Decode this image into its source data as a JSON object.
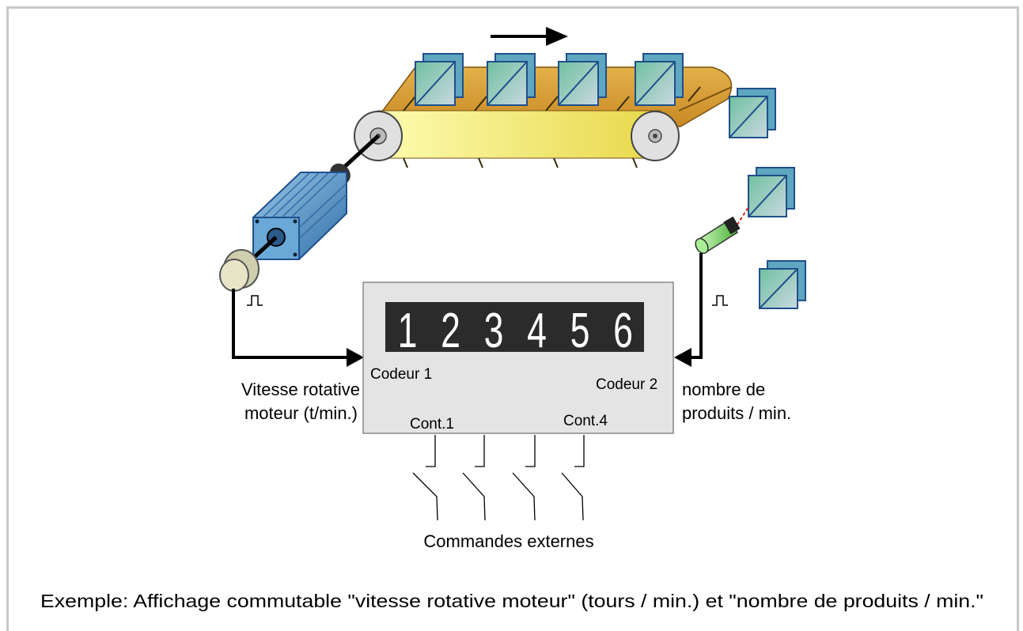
{
  "display": {
    "digits": [
      "1",
      "2",
      "3",
      "4",
      "5",
      "6"
    ]
  },
  "labels": {
    "encoder1": "Codeur 1",
    "encoder2": "Codeur 2",
    "contact1": "Cont.1",
    "contact4": "Cont.4",
    "left_line1": "Vitesse rotative",
    "left_line2": "moteur (t/min.)",
    "right_line1": "nombre de",
    "right_line2": "produits / min.",
    "external": "Commandes externes"
  },
  "caption": "Exemple: Affichage commutable \"vitesse rotative moteur\" (tours / min.) et \"nombre de produits / min.\"",
  "colors": {
    "belt_top": "#d9a03a",
    "belt_front": "#f6ef7a",
    "display_bg": "#2b2b2b",
    "box_bg": "#e6e6e6",
    "motor": "#4f95c9",
    "sensor": "#8fe07a",
    "box_blue": "#2a6fb0"
  }
}
